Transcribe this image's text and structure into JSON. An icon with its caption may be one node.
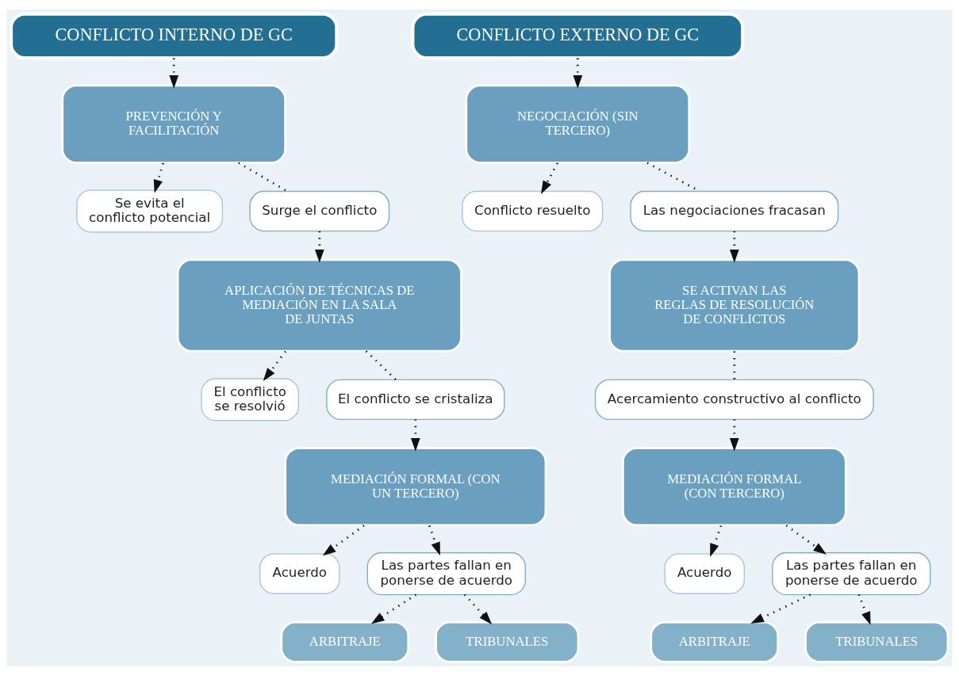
{
  "diagram": {
    "nodes": [
      {
        "text": [
          "CONFLICTO INTERNO DE GC"
        ]
      },
      {
        "text": [
          "PREVENCIÓN Y FACILITACIÓN"
        ]
      },
      {
        "text": [
          "Se evita el conflicto potencial"
        ]
      },
      {
        "text": [
          "Surge el conflicto"
        ]
      },
      {
        "text": [
          "APLICACIÓN DE TÉCNICAS DE MEDIACIÓN EN LA SALA DE JUNTAS"
        ]
      },
      {
        "text": [
          "El conflicto se resolvió"
        ]
      },
      {
        "text": [
          "El conflicto se cristaliza"
        ]
      },
      {
        "text": [
          "MEDIACIÓN FORMAL (CON UN TERCERO)"
        ]
      },
      {
        "text": [
          "Acuerdo"
        ]
      },
      {
        "text": [
          "Las partes fallan en ponerse de acuerdo"
        ]
      },
      {
        "text": [
          "ARBITRAJE"
        ]
      },
      {
        "text": [
          "TRIBUNALES"
        ]
      },
      {
        "text": [
          "CONFLICTO EXTERNO DE GC"
        ]
      },
      {
        "text": [
          "NEGOCIACIÓN (SIN TERCERO)"
        ]
      },
      {
        "text": [
          "Conflicto resuelto"
        ]
      },
      {
        "text": [
          "Las negociaciones fracasan"
        ]
      },
      {
        "text": [
          "SE ACTIVAN LAS REGLAS DE RESOLUCIÓN DE CONFLICTOS"
        ]
      },
      {
        "text": [
          "Acercamiento constructivo al conflicto"
        ]
      },
      {
        "text": [
          "MEDIACIÓN FORMAL (CON TERCERO)"
        ]
      },
      {
        "text": [
          "Acuerdo"
        ]
      },
      {
        "text": [
          "Las partes fallan en ponerse de acuerdo"
        ]
      },
      {
        "text": [
          "ARBITRAJE"
        ]
      },
      {
        "text": [
          "TRIBUNALES"
        ]
      }
    ],
    "edges": [
      {
        "from": 0,
        "to": 1,
        "arrow": "to"
      },
      {
        "from": 1,
        "to": 2,
        "arrow": "to"
      },
      {
        "from": 1,
        "to": 3,
        "arrow": "none"
      },
      {
        "from": 3,
        "to": 4,
        "arrow": "to"
      },
      {
        "from": 4,
        "to": 5,
        "arrow": "to"
      },
      {
        "from": 4,
        "to": 6,
        "arrow": "none"
      },
      {
        "from": 6,
        "to": 7,
        "arrow": "to"
      },
      {
        "from": 7,
        "to": 8,
        "arrow": "to"
      },
      {
        "from": 7,
        "to": 9,
        "arrow": "to"
      },
      {
        "from": 9,
        "to": 10,
        "arrow": "to"
      },
      {
        "from": 9,
        "to": 11,
        "arrow": "to"
      },
      {
        "from": 12,
        "to": 13,
        "arrow": "to"
      },
      {
        "from": 13,
        "to": 14,
        "arrow": "to"
      },
      {
        "from": 13,
        "to": 15,
        "arrow": "none"
      },
      {
        "from": 15,
        "to": 16,
        "arrow": "to"
      },
      {
        "from": 16,
        "to": 17,
        "arrow": "none"
      },
      {
        "from": 17,
        "to": 18,
        "arrow": "to"
      },
      {
        "from": 18,
        "to": 19,
        "arrow": "to"
      },
      {
        "from": 18,
        "to": 20,
        "arrow": "to"
      },
      {
        "from": 20,
        "to": 21,
        "arrow": "to"
      },
      {
        "from": 20,
        "to": 22,
        "arrow": "to"
      }
    ]
  }
}
